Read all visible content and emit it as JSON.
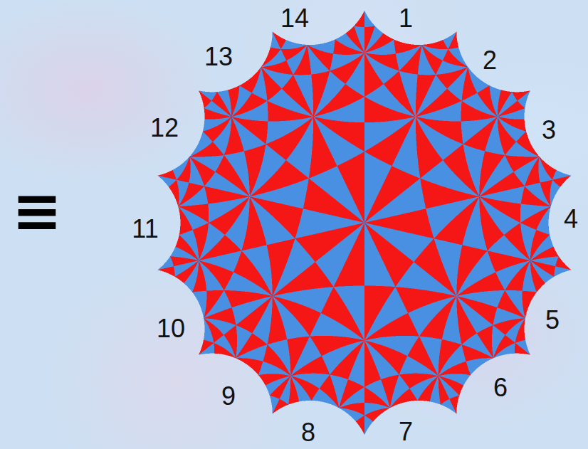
{
  "diagram": {
    "labels": [
      "≡",
      "14",
      "1",
      "13",
      "2",
      "12",
      "3",
      "11",
      "4",
      "10",
      "5",
      "9",
      "6",
      "8",
      "7"
    ]
  }
}
